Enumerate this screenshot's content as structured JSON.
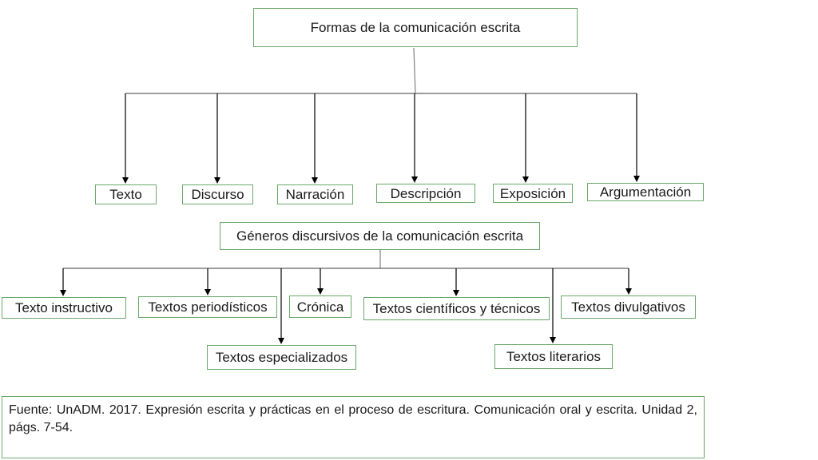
{
  "diagram": {
    "title": "Formas  de la comunicación escrita",
    "forms": [
      "Texto",
      "Discurso",
      "Narración",
      "Descripción",
      "Exposición",
      "Argumentación"
    ],
    "genres_title": "Géneros discursivos de la comunicación escrita",
    "genres": [
      "Texto instructivo",
      "Textos periodísticos",
      "Textos especializados",
      "Crónica",
      "Textos científicos y técnicos",
      "Textos literarios",
      "Textos divulgativos"
    ]
  },
  "source": {
    "text": "Fuente: UnADM. 2017. Expresión escrita y prácticas en el proceso de escritura. Comunicación oral y escrita. Unidad 2, págs. 7-54."
  },
  "colors": {
    "box_border": "#6aa86a",
    "connector": "#000000",
    "stem": "#808080"
  }
}
